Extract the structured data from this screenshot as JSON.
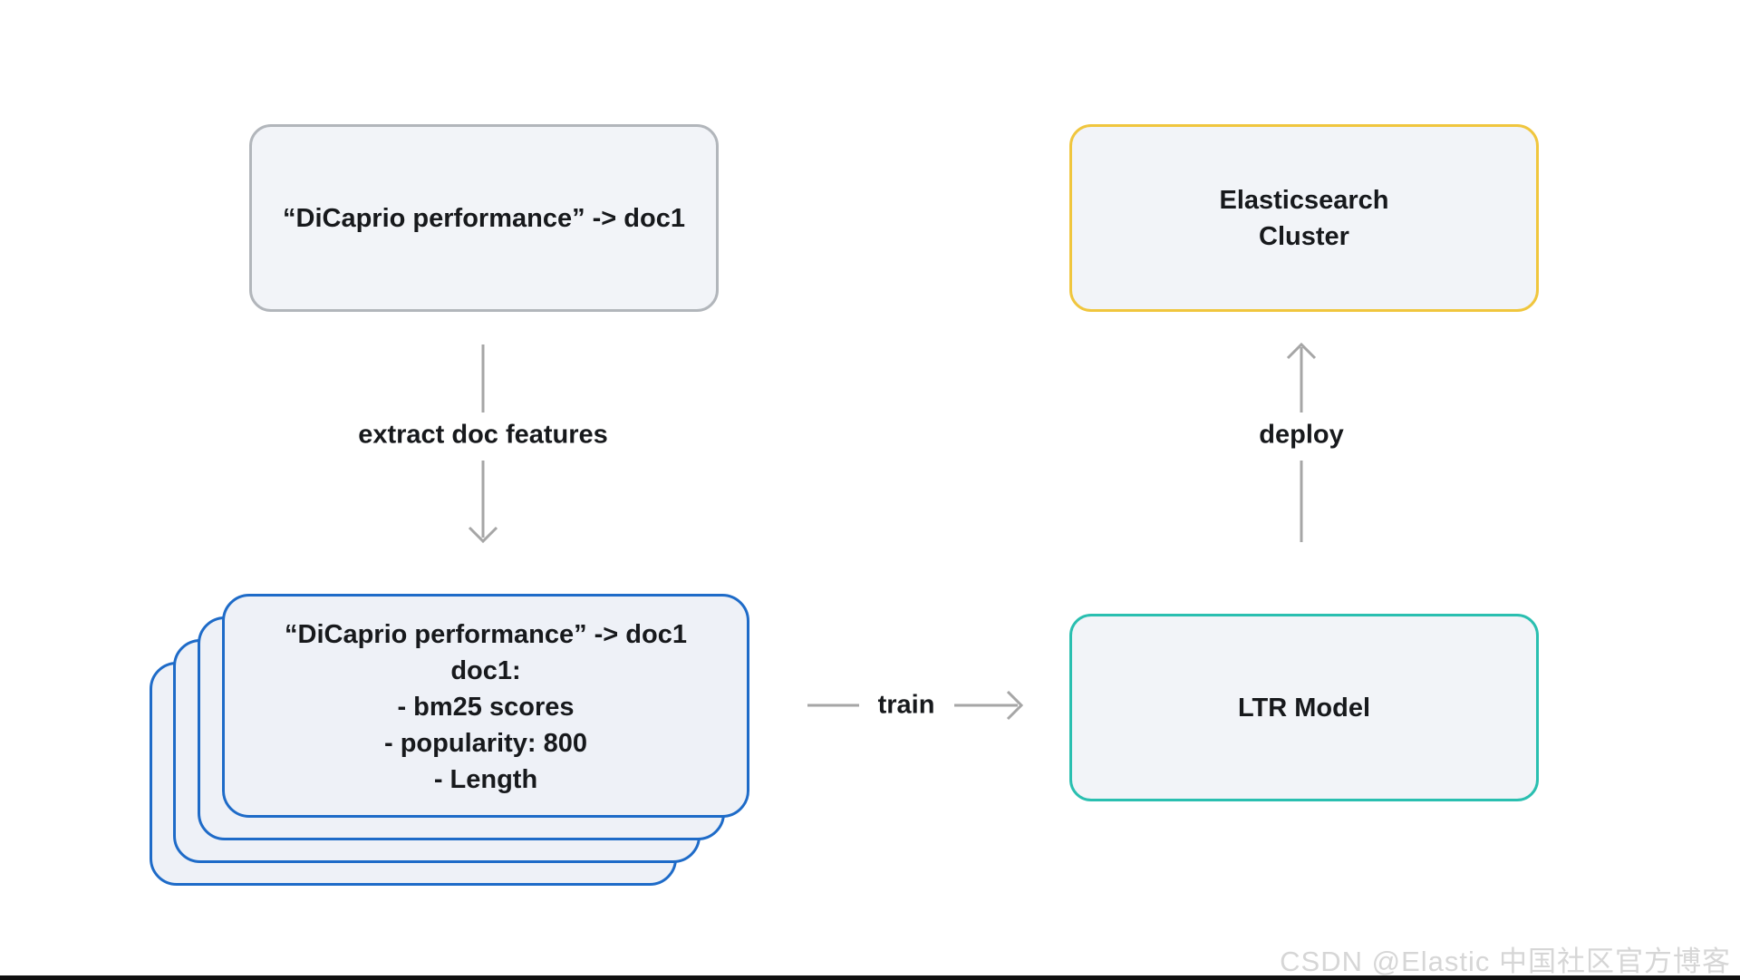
{
  "diagram": {
    "query_box": {
      "text": "“DiCaprio performance” -> doc1"
    },
    "es_box": {
      "line1": "Elasticsearch",
      "line2": "Cluster"
    },
    "features_box": {
      "line1": "“DiCaprio performance” -> doc1",
      "line2": "doc1:",
      "bullets": [
        "-  bm25 scores",
        "-  popularity: 800",
        "-  Length"
      ]
    },
    "ltr_box": {
      "text": "LTR Model"
    },
    "labels": {
      "extract": "extract doc features",
      "train": "train",
      "deploy": "deploy"
    }
  },
  "watermark": {
    "text": "CSDN @Elastic 中国社区官方博客"
  },
  "colors": {
    "blue": "#1e6bc8",
    "yellow": "#f0c63e",
    "teal": "#2abfb0",
    "gray-border": "#b2b6bb",
    "arrow": "#a6a6a6",
    "box-bg": "#f2f4f8",
    "card-bg": "#eef1f7",
    "text": "#17191c",
    "watermark": "#d6d6d6",
    "bottombar": "#101010"
  }
}
